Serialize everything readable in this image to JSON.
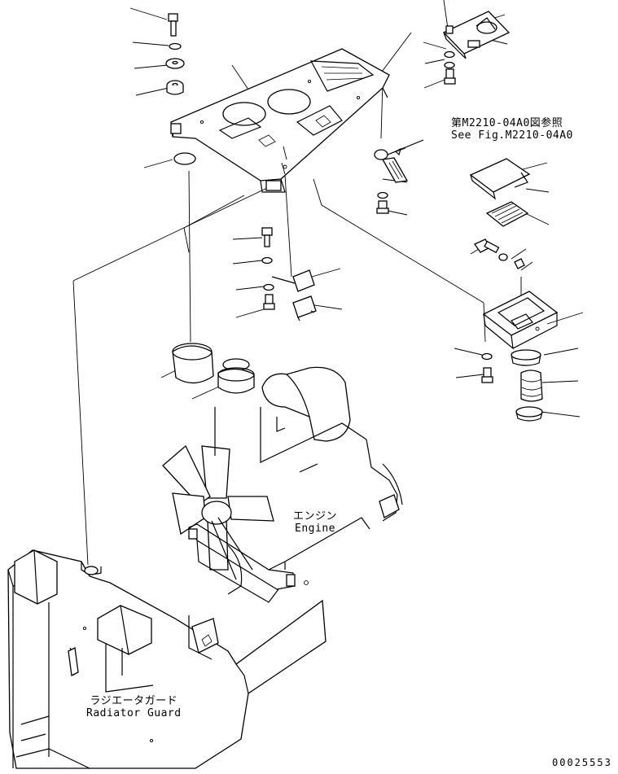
{
  "reference": {
    "jp": "第M2210-04A0図参照",
    "en": "See Fig.M2210-04A0"
  },
  "engine": {
    "jp": "エンジン",
    "en": "Engine"
  },
  "radiator_guard": {
    "jp": "ラジエータガード",
    "en": "Radiator Guard"
  },
  "drawing_number": "00025553"
}
